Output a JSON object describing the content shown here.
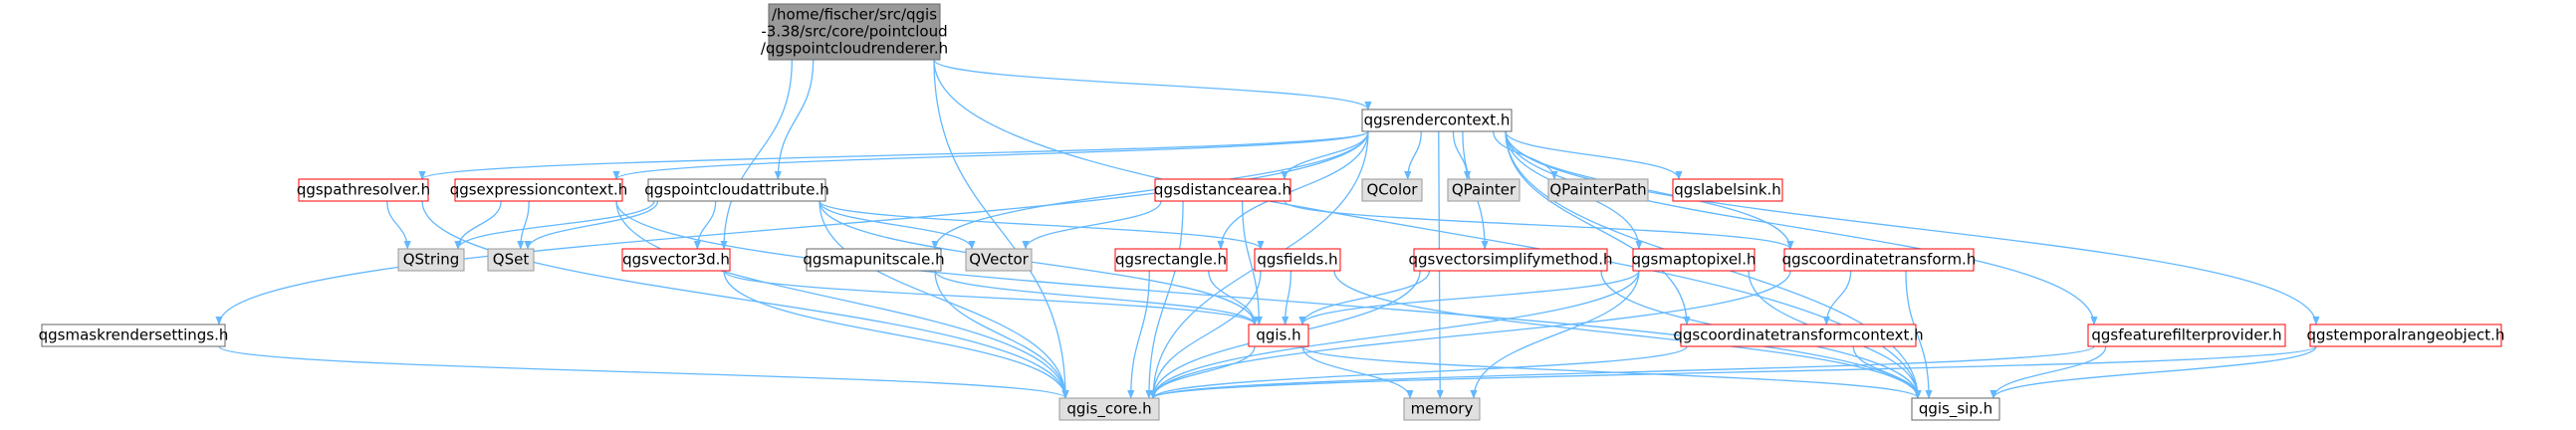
{
  "colors": {
    "edge": "#63b8ff",
    "root_fill": "#999999",
    "normal_border": "#666666",
    "red_border": "#ff0000",
    "system_fill": "#e0e0e0",
    "system_border": "#999999",
    "text": "#000000"
  },
  "root": {
    "lines": [
      "/home/fischer/src/qgis",
      "-3.38/src/core/pointcloud",
      "/qgspointcloudrenderer.h"
    ]
  },
  "nodes": [
    {
      "id": "qgsrendercontext",
      "label": "qgsrendercontext.h",
      "style": "normal"
    },
    {
      "id": "qgspathresolver",
      "label": "qgspathresolver.h",
      "style": "red"
    },
    {
      "id": "qgsexpressioncontext",
      "label": "qgsexpressioncontext.h",
      "style": "red"
    },
    {
      "id": "qgspointcloudattribute",
      "label": "qgspointcloudattribute.h",
      "style": "normal"
    },
    {
      "id": "qgsdistancearea",
      "label": "qgsdistancearea.h",
      "style": "red"
    },
    {
      "id": "qcolor",
      "label": "QColor",
      "style": "system"
    },
    {
      "id": "qpainter",
      "label": "QPainter",
      "style": "system"
    },
    {
      "id": "qpainterpath",
      "label": "QPainterPath",
      "style": "system"
    },
    {
      "id": "qgslabelsink",
      "label": "qgslabelsink.h",
      "style": "red"
    },
    {
      "id": "qstring",
      "label": "QString",
      "style": "system"
    },
    {
      "id": "qset",
      "label": "QSet",
      "style": "system"
    },
    {
      "id": "qgsvector3d",
      "label": "qgsvector3d.h",
      "style": "red"
    },
    {
      "id": "qgsmapunitscale",
      "label": "qgsmapunitscale.h",
      "style": "normal"
    },
    {
      "id": "qvector",
      "label": "QVector",
      "style": "system"
    },
    {
      "id": "qgsrectangle",
      "label": "qgsrectangle.h",
      "style": "red"
    },
    {
      "id": "qgsfields",
      "label": "qgsfields.h",
      "style": "red"
    },
    {
      "id": "qgsvectorsimplifymethod",
      "label": "qgsvectorsimplifymethod.h",
      "style": "red"
    },
    {
      "id": "qgsmaptopixel",
      "label": "qgsmaptopixel.h",
      "style": "red"
    },
    {
      "id": "qgscoordinatetransform",
      "label": "qgscoordinatetransform.h",
      "style": "red"
    },
    {
      "id": "qgsmaskrendersettings",
      "label": "qgsmaskrendersettings.h",
      "style": "normal"
    },
    {
      "id": "qgis",
      "label": "qgis.h",
      "style": "red"
    },
    {
      "id": "qgscoordinatetransformcontext",
      "label": "qgscoordinatetransformcontext.h",
      "style": "red"
    },
    {
      "id": "qgsfeaturefilterprovider",
      "label": "qgsfeaturefilterprovider.h",
      "style": "red"
    },
    {
      "id": "qgstemporalrangeobject",
      "label": "qgstemporalrangeobject.h",
      "style": "red"
    },
    {
      "id": "qgis_core",
      "label": "qgis_core.h",
      "style": "system"
    },
    {
      "id": "memory",
      "label": "memory",
      "style": "system"
    },
    {
      "id": "qgis_sip",
      "label": "qgis_sip.h",
      "style": "normal"
    }
  ],
  "edges": [
    [
      "root",
      "qgsrendercontext"
    ],
    [
      "root",
      "qgspointcloudattribute"
    ],
    [
      "root",
      "qgsvector3d"
    ],
    [
      "root",
      "qgis_core"
    ],
    [
      "root",
      "qgis_sip"
    ],
    [
      "qgsrendercontext",
      "qgspathresolver"
    ],
    [
      "qgsrendercontext",
      "qgsexpressioncontext"
    ],
    [
      "qgsrendercontext",
      "qgsdistancearea"
    ],
    [
      "qgsrendercontext",
      "qcolor"
    ],
    [
      "qgsrendercontext",
      "qpainter"
    ],
    [
      "qgsrendercontext",
      "qpainterpath"
    ],
    [
      "qgsrendercontext",
      "qgslabelsink"
    ],
    [
      "qgsrendercontext",
      "qgsmapunitscale"
    ],
    [
      "qgsrendercontext",
      "qgsrectangle"
    ],
    [
      "qgsrendercontext",
      "qgsvectorsimplifymethod"
    ],
    [
      "qgsrendercontext",
      "qgsmaptopixel"
    ],
    [
      "qgsrendercontext",
      "qgscoordinatetransform"
    ],
    [
      "qgsrendercontext",
      "qgsmaskrendersettings"
    ],
    [
      "qgsrendercontext",
      "qgscoordinatetransformcontext"
    ],
    [
      "qgsrendercontext",
      "qgsfeaturefilterprovider"
    ],
    [
      "qgsrendercontext",
      "qgstemporalrangeobject"
    ],
    [
      "qgsrendercontext",
      "qgis_core"
    ],
    [
      "qgsrendercontext",
      "memory"
    ],
    [
      "qgsrendercontext",
      "qgis_sip"
    ],
    [
      "qgspathresolver",
      "qstring"
    ],
    [
      "qgspathresolver",
      "qgis_core"
    ],
    [
      "qgsexpressioncontext",
      "qstring"
    ],
    [
      "qgsexpressioncontext",
      "qset"
    ],
    [
      "qgsexpressioncontext",
      "qgis_core"
    ],
    [
      "qgsexpressioncontext",
      "qgis_sip"
    ],
    [
      "qgspointcloudattribute",
      "qstring"
    ],
    [
      "qgspointcloudattribute",
      "qset"
    ],
    [
      "qgspointcloudattribute",
      "qgsvector3d"
    ],
    [
      "qgspointcloudattribute",
      "qvector"
    ],
    [
      "qgspointcloudattribute",
      "qgsfields"
    ],
    [
      "qgspointcloudattribute",
      "qgis"
    ],
    [
      "qgspointcloudattribute",
      "qgis_core"
    ],
    [
      "qgsdistancearea",
      "qvector"
    ],
    [
      "qgsdistancearea",
      "qgscoordinatetransform"
    ],
    [
      "qgsdistancearea",
      "qgis"
    ],
    [
      "qgsdistancearea",
      "qgis_core"
    ],
    [
      "qgsvector3d",
      "qgis"
    ],
    [
      "qgsvector3d",
      "qgis_core"
    ],
    [
      "qgsmapunitscale",
      "qgis"
    ],
    [
      "qgsmapunitscale",
      "qgis_core"
    ],
    [
      "qgsrectangle",
      "qgis"
    ],
    [
      "qgsrectangle",
      "qgis_core"
    ],
    [
      "qgsfields",
      "qgis"
    ],
    [
      "qgsfields",
      "qgis_core"
    ],
    [
      "qgsfields",
      "qgis_sip"
    ],
    [
      "qgsvectorsimplifymethod",
      "qgis"
    ],
    [
      "qgsvectorsimplifymethod",
      "qgis_core"
    ],
    [
      "qgsvectorsimplifymethod",
      "qgis_sip"
    ],
    [
      "qgsmaptopixel",
      "qgis"
    ],
    [
      "qgsmaptopixel",
      "qgis_core"
    ],
    [
      "qgsmaptopixel",
      "memory"
    ],
    [
      "qgsmaptopixel",
      "qgis_sip"
    ],
    [
      "qgscoordinatetransform",
      "qgscoordinatetransformcontext"
    ],
    [
      "qgscoordinatetransform",
      "qgis_core"
    ],
    [
      "qgscoordinatetransform",
      "qgis_sip"
    ],
    [
      "qgsmaskrendersettings",
      "qgis_core"
    ],
    [
      "qgis",
      "qgis_core"
    ],
    [
      "qgis",
      "memory"
    ],
    [
      "qgis",
      "qgis_sip"
    ],
    [
      "qgscoordinatetransformcontext",
      "qgis_core"
    ],
    [
      "qgscoordinatetransformcontext",
      "qgis_sip"
    ],
    [
      "qgsfeaturefilterprovider",
      "qgis_core"
    ],
    [
      "qgsfeaturefilterprovider",
      "qgis_sip"
    ],
    [
      "qgstemporalrangeobject",
      "qgis_core"
    ],
    [
      "qgstemporalrangeobject",
      "qgis_sip"
    ]
  ]
}
